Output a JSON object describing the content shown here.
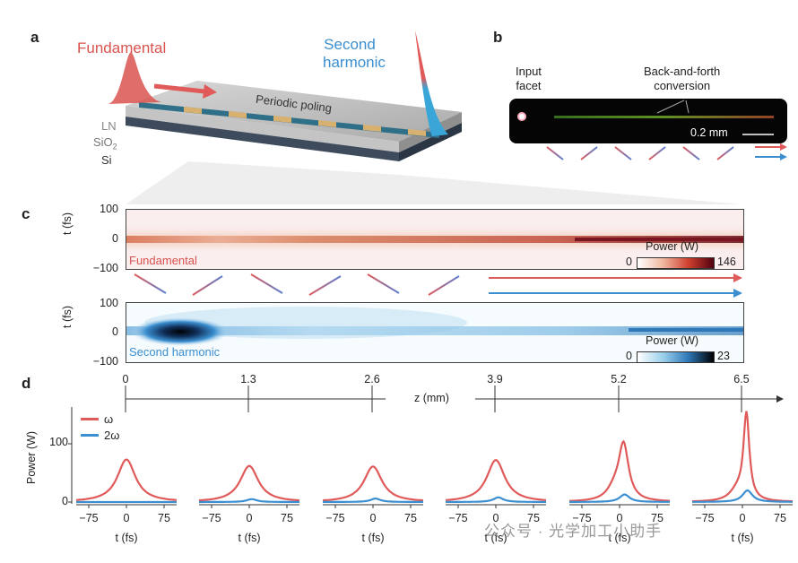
{
  "panels": {
    "a": "a",
    "b": "b",
    "c": "c",
    "d": "d"
  },
  "panel_a": {
    "fundamental": "Fundamental",
    "second_harmonic_line1": "Second",
    "second_harmonic_line2": "harmonic",
    "periodic_poling": "Periodic poling",
    "layers": {
      "ln": "LN",
      "sio2_base": "SiO",
      "sio2_sub": "2",
      "si": "Si"
    },
    "colors": {
      "fundamental": "#d9534f",
      "second_harmonic": "#3b8fd0"
    }
  },
  "panel_b": {
    "input_facet_line1": "Input",
    "input_facet_line2": "facet",
    "conversion_line1": "Back-and-forth",
    "conversion_line2": "conversion",
    "scale_bar": "0.2 mm"
  },
  "panel_c": {
    "ylabel": "t (fs)",
    "fund_yticks": [
      "100",
      "0",
      "−100"
    ],
    "sh_yticks": [
      "100",
      "0",
      "−100"
    ],
    "fund_label": "Fundamental",
    "sh_label": "Second harmonic",
    "fund_colorbar": {
      "title": "Power (W)",
      "min": "0",
      "max": "146"
    },
    "sh_colorbar": {
      "title": "Power (W)",
      "min": "0",
      "max": "23"
    },
    "z_ticks": [
      "0",
      "1.3",
      "2.6",
      "3.9",
      "5.2",
      "6.5"
    ],
    "z_label": "z (mm)"
  },
  "panel_d": {
    "ylabel": "Power (W)",
    "yticks": [
      "100",
      "0"
    ],
    "xlabel": "t (fs)",
    "xticks": [
      "−75",
      "0",
      "75"
    ],
    "legend": [
      {
        "name": "ω",
        "color": "#e05a5a"
      },
      {
        "name": "2ω",
        "color": "#3b8fd0"
      }
    ]
  },
  "watermark": "公众号 · 光学加工小助手",
  "chart_data": {
    "type": "line",
    "xlabel": "t (fs)",
    "ylabel": "Power (W)",
    "x_range": [
      -100,
      100
    ],
    "ylim": [
      0,
      160
    ],
    "z_positions_mm": [
      0,
      1.3,
      2.6,
      3.9,
      5.2,
      6.5
    ],
    "panels": [
      {
        "z": "0",
        "fundamental_peak": 73,
        "sh_peak": 0
      },
      {
        "z": "1.3",
        "fundamental_peak": 62,
        "sh_peak": 5
      },
      {
        "z": "2.6",
        "fundamental_peak": 61,
        "sh_peak": 6
      },
      {
        "z": "3.9",
        "fundamental_peak": 72,
        "sh_peak": 8
      },
      {
        "z": "5.2",
        "fundamental_peak": 95,
        "sh_peak": 13
      },
      {
        "z": "6.5",
        "fundamental_peak": 147,
        "sh_peak": 20
      }
    ]
  }
}
